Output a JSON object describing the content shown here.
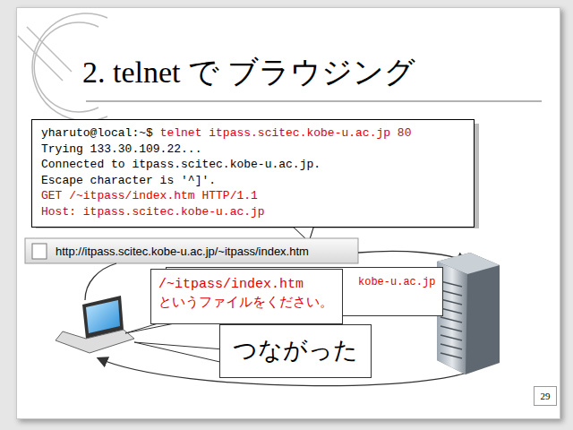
{
  "diagram": {
    "title": "2. telnet で ブラウジング",
    "nodes": [
      {
        "text": [
          "yharuto@local:~$",
          "telnet itpass.scitec.kobe-u.ac.jp 80",
          "Trying 133.30.109.22...",
          "Connected to itpass.scitec.kobe-u.ac.jp.",
          "Escape character is '^]'.",
          "GET /~itpass/index.htm HTTP/1.1",
          "Host: itpass.scitec.kobe-u.ac.jp"
        ]
      },
      {
        "text": [
          "http://itpass.scitec.kobe-u.ac.jp/~itpass/index.htm"
        ]
      },
      {
        "text": [
          "kobe-u.ac.jp"
        ]
      },
      {
        "text": [
          "/~itpass/index.htm",
          "というファイルをください。"
        ]
      },
      {
        "text": [
          "つながった"
        ]
      }
    ],
    "labels": [
      "29"
    ]
  }
}
